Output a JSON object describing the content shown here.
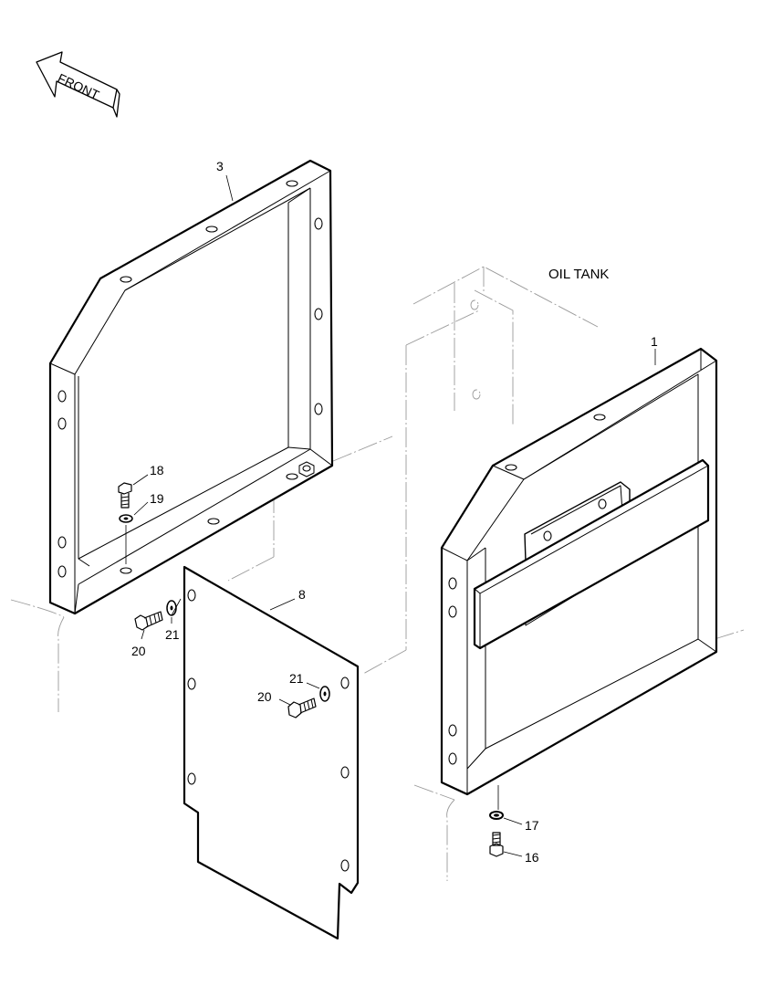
{
  "front_arrow": {
    "label": "FRONT"
  },
  "oil_tank": {
    "label": "OIL TANK"
  },
  "callouts": {
    "p1": "1",
    "p3": "3",
    "p8": "8",
    "p16": "16",
    "p17": "17",
    "p18": "18",
    "p19": "19",
    "p20a": "20",
    "p21a": "21",
    "p20b": "20",
    "p21b": "21"
  }
}
